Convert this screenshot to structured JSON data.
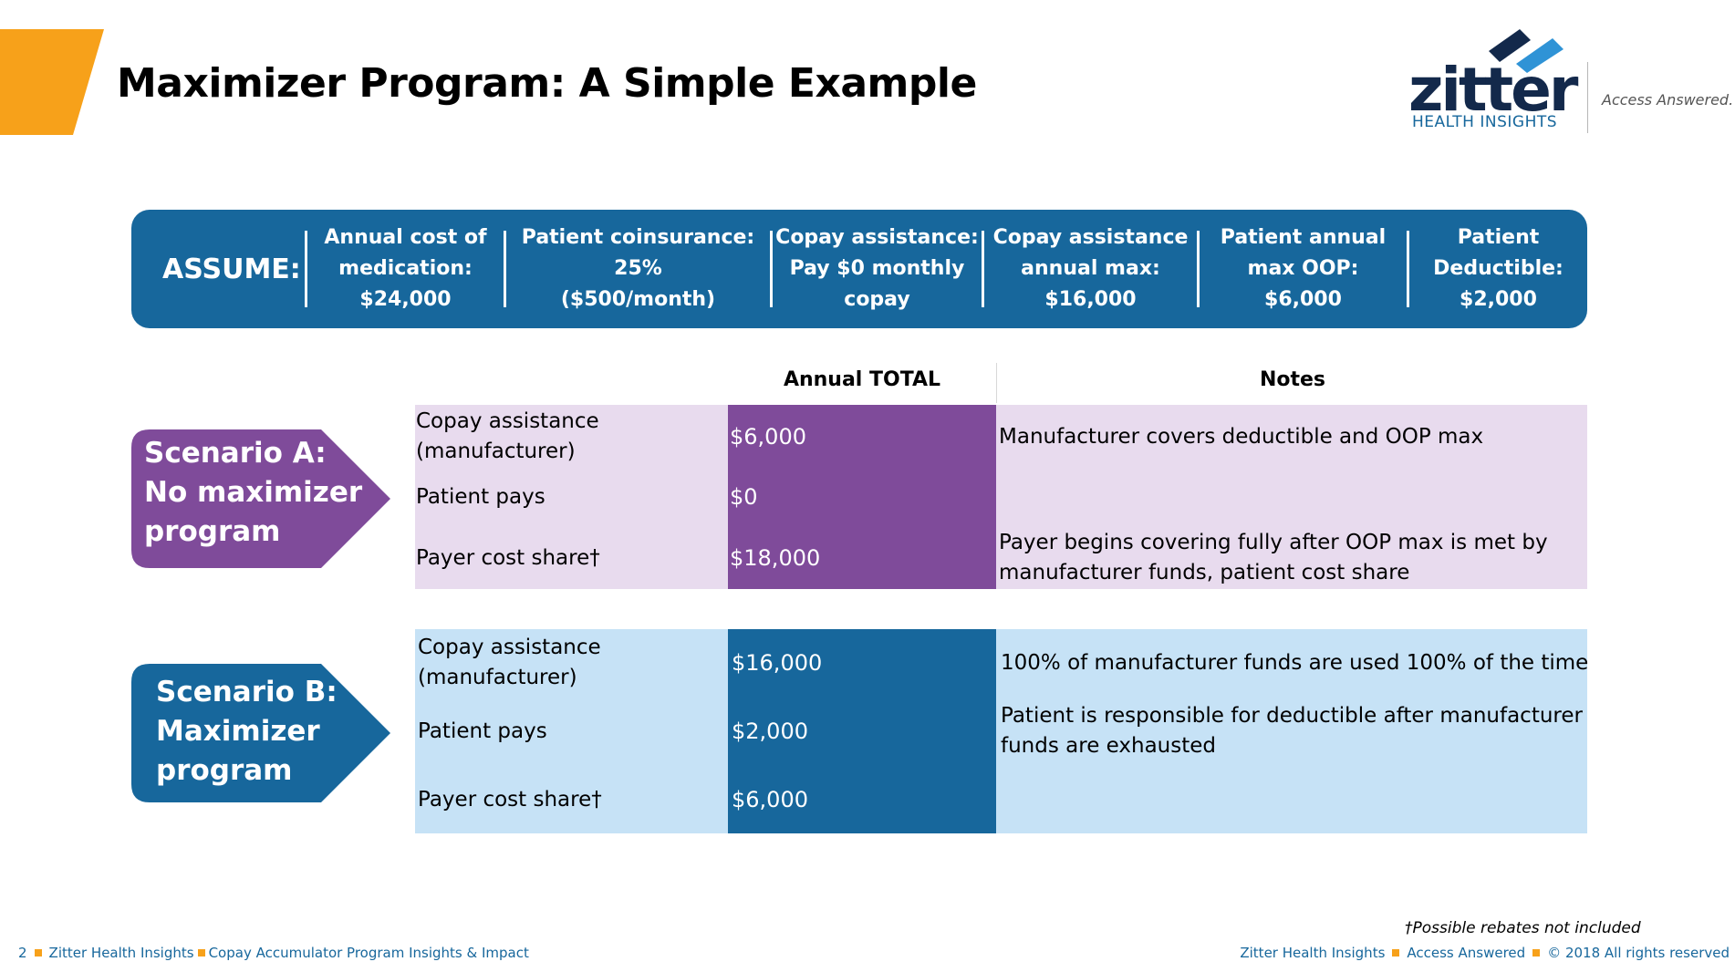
{
  "slide": {
    "title": "Maximizer Program: A Simple Example",
    "accent_color": "#f7a11a"
  },
  "logo": {
    "word": "zitter",
    "sub": "HEALTH INSIGHTS",
    "tagline": "Access Answered.",
    "primary_color": "#13294b",
    "secondary_color": "#17679c"
  },
  "assume": {
    "label": "ASSUME:",
    "items": [
      {
        "l1": "Annual cost of",
        "l2": "medication:",
        "l3": "$24,000"
      },
      {
        "l1": "Patient coinsurance:",
        "l2": "25%",
        "l3": "($500/month)"
      },
      {
        "l1": "Copay assistance:",
        "l2": "Pay $0 monthly",
        "l3": "copay"
      },
      {
        "l1": "Copay assistance",
        "l2": "annual max:",
        "l3": "$16,000"
      },
      {
        "l1": "Patient annual",
        "l2": "max OOP:",
        "l3": "$6,000"
      },
      {
        "l1": "Patient",
        "l2": "Deductible:",
        "l3": "$2,000"
      }
    ],
    "color": "#17679c"
  },
  "table": {
    "headers": {
      "total": "Annual TOTAL",
      "notes": "Notes"
    }
  },
  "scenario_a": {
    "title_l1": "Scenario A:",
    "title_l2": "No maximizer",
    "title_l3": "program",
    "colors": {
      "shape": "#7f4b9a",
      "value_bg": "#7f4b9a",
      "row_bg": "#e8dbee"
    },
    "rows": [
      {
        "label_l1": "Copay assistance",
        "label_l2": "(manufacturer)",
        "value": "$6,000",
        "note_l1": "Manufacturer covers deductible and OOP max",
        "note_l2": ""
      },
      {
        "label_l1": "Patient pays",
        "label_l2": "",
        "value": "$0",
        "note_l1": "",
        "note_l2": ""
      },
      {
        "label_l1": "Payer cost share†",
        "label_l2": "",
        "value": "$18,000",
        "note_l1": "Payer begins covering fully after OOP max is met by",
        "note_l2": "manufacturer funds, patient cost share"
      }
    ]
  },
  "scenario_b": {
    "title_l1": "Scenario B:",
    "title_l2": "Maximizer",
    "title_l3": "program",
    "colors": {
      "shape": "#17679c",
      "value_bg": "#17679c",
      "row_bg": "#c6e2f6"
    },
    "rows": [
      {
        "label_l1": "Copay assistance",
        "label_l2": "(manufacturer)",
        "value": "$16,000",
        "note_l1": "100% of manufacturer funds are used 100% of the time",
        "note_l2": ""
      },
      {
        "label_l1": "Patient pays",
        "label_l2": "",
        "value": "$2,000",
        "note_l1": "Patient is responsible for deductible after manufacturer",
        "note_l2": "funds are exhausted"
      },
      {
        "label_l1": "Payer cost share†",
        "label_l2": "",
        "value": "$6,000",
        "note_l1": "",
        "note_l2": ""
      }
    ]
  },
  "footnote": "†Possible rebates not included",
  "footer": {
    "page_number": "2",
    "left_1": "Zitter Health Insights",
    "left_2": "Copay Accumulator Program Insights & Impact",
    "right_1": "Zitter Health Insights",
    "right_2": "Access Answered",
    "right_3": "© 2018 All rights reserved"
  }
}
